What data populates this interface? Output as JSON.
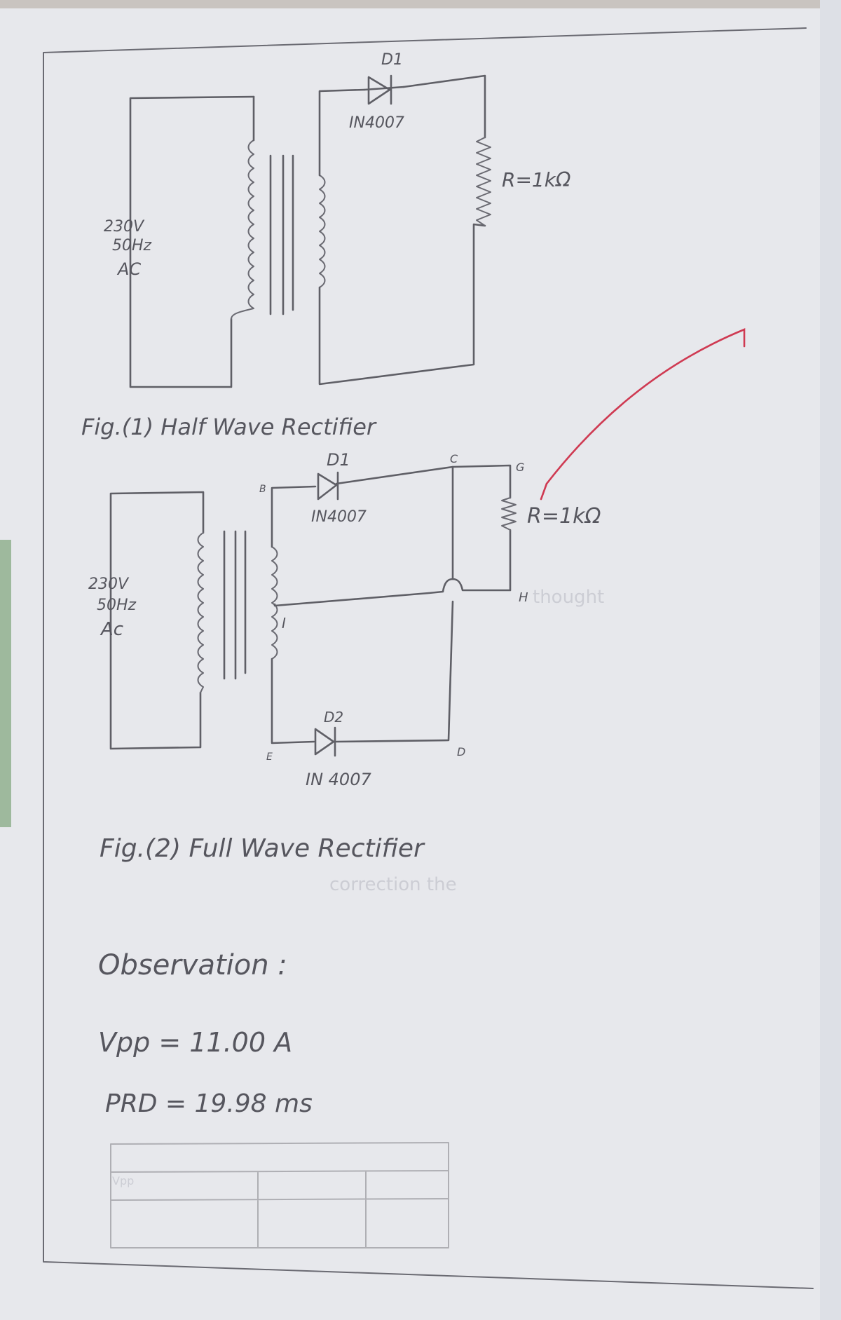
{
  "fig1": {
    "caption": "Fig.(1) Half Wave Rectifier",
    "source_label_voltage": "230V",
    "source_label_freq": "50Hz",
    "source_label_type": "AC",
    "diode_name": "D1",
    "diode_part": "IN4007",
    "resistor_label": "R=1kΩ"
  },
  "fig2": {
    "caption": "Fig.(2) Full Wave Rectifier",
    "source_label_voltage": "230V",
    "source_label_freq": "50Hz",
    "source_label_type": "Ac",
    "diode1_name": "D1",
    "diode1_part": "IN4007",
    "diode2_name": "D2",
    "diode2_part": "IN 4007",
    "resistor_label": "R=1kΩ",
    "node_b": "B",
    "node_c": "C",
    "node_g": "G",
    "node_h": "H",
    "node_i": "I",
    "node_e": "E",
    "node_d": "D"
  },
  "observation": {
    "heading": "Observation :",
    "vpp": "Vpp = 11.00 A",
    "prd": "PRD = 19.98 ms"
  }
}
